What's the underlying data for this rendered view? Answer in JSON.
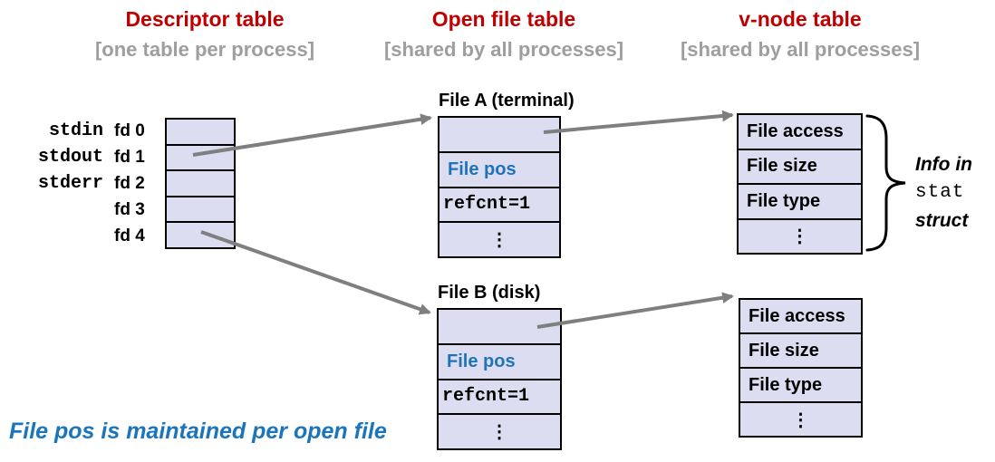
{
  "columns": [
    {
      "title": "Descriptor table",
      "subtitle": "[one table per process]"
    },
    {
      "title": "Open file table",
      "subtitle": "[shared by all processes]"
    },
    {
      "title": "v-node table",
      "subtitle": "[shared by all processes]"
    }
  ],
  "descriptor_table": {
    "stdio_labels": [
      "stdin",
      "stdout",
      "stderr"
    ],
    "fd_labels": [
      "fd 0",
      "fd 1",
      "fd 2",
      "fd 3",
      "fd 4"
    ]
  },
  "file_a": {
    "heading": "File A (terminal)",
    "file_pos": "File pos",
    "refcnt": "refcnt=1",
    "dots": "⋮"
  },
  "file_b": {
    "heading": "File B (disk)",
    "file_pos": "File pos",
    "refcnt": "refcnt=1",
    "dots": "⋮"
  },
  "vnode_a": {
    "rows": [
      "File access",
      "File size",
      "File type",
      "⋮"
    ]
  },
  "vnode_b": {
    "rows": [
      "File access",
      "File size",
      "File type",
      "⋮"
    ]
  },
  "stat_note": {
    "line1": "Info in",
    "line2": "stat",
    "line3": "struct"
  },
  "footnote": "File pos is maintained per open file",
  "colors": {
    "heading_red": "#C00000",
    "subtitle_gray": "#9E9E9E",
    "accent_blue": "#1F74B8",
    "footnote_blue": "#1B75BC",
    "cell_fill": "#DDDDF2",
    "arrow_gray": "#7F7F7F"
  }
}
